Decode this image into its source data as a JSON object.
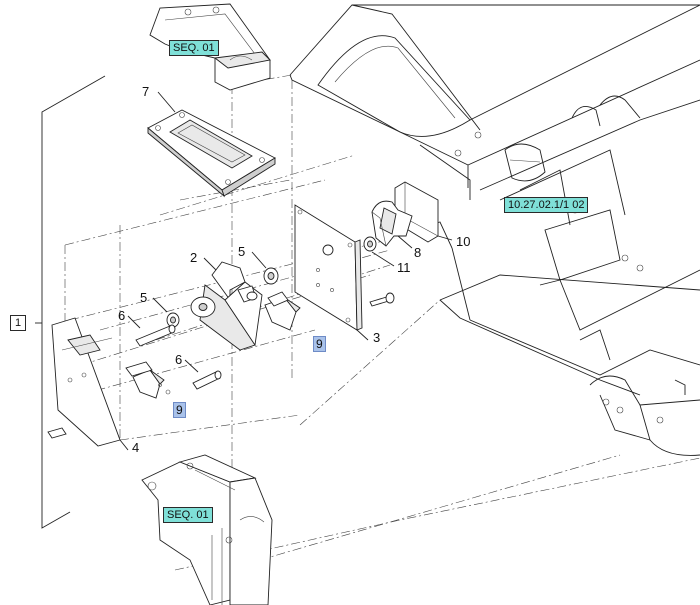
{
  "diagram": {
    "refs": {
      "seq_top": "SEQ. 01",
      "seq_bottom": "SEQ. 01",
      "cross_ref": "10.27.02.1/1 02",
      "assembly": "1"
    },
    "callouts": {
      "c2": "2",
      "c3": "3",
      "c4": "4",
      "c5a": "5",
      "c5b": "5",
      "c6a": "6",
      "c6b": "6",
      "c7": "7",
      "c8": "8",
      "c9a": "9",
      "c9b": "9",
      "c10": "10",
      "c11": "11"
    }
  }
}
